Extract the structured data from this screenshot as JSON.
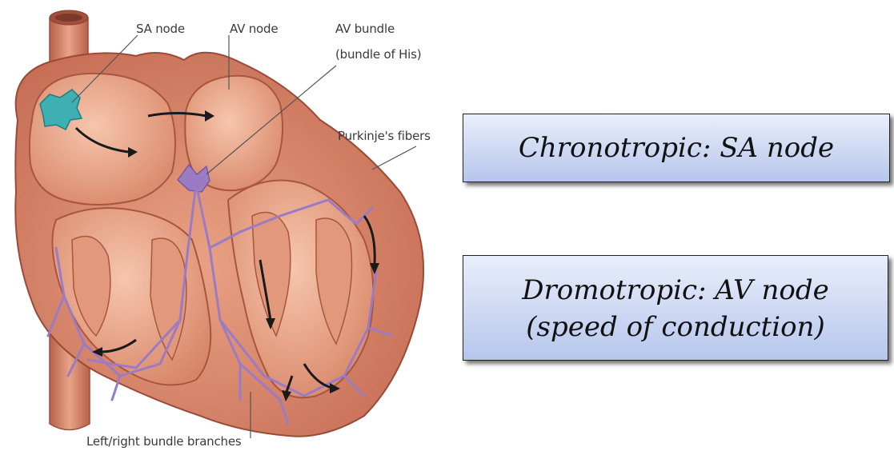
{
  "labels": {
    "sa_node": "SA node",
    "av_node": "AV node",
    "av_bundle_line1": "AV bundle",
    "av_bundle_line2": "(bundle of His)",
    "purkinje": "Purkinje's fibers",
    "bundle_branches": "Left/right bundle branches"
  },
  "boxes": {
    "chronotropic": "Chronotropic: SA node",
    "dromotropic_line1": "Dromotropic: AV node",
    "dromotropic_line2": "(speed of conduction)"
  },
  "colors": {
    "heart_outer": "#c8755a",
    "heart_light": "#f0b49a",
    "conduction": "#9a7bc4",
    "sa_node": "#3fb0b2",
    "box_top": "#e9eefb",
    "box_bottom": "#b6c6ec"
  }
}
